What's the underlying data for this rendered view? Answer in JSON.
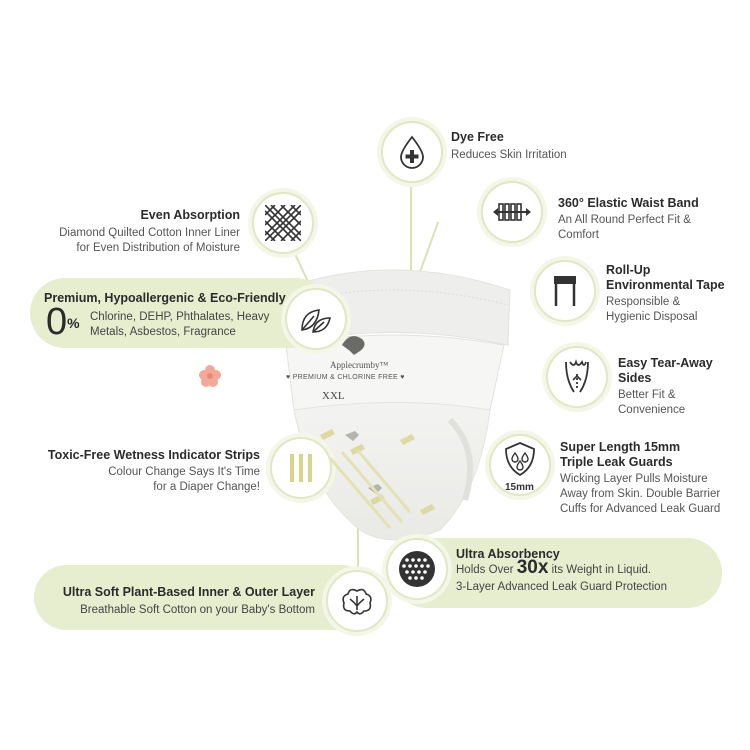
{
  "features": {
    "dye_free": {
      "title": "Dye Free",
      "desc": "Reduces Skin Irritation"
    },
    "waist_band": {
      "title": "360° Elastic Waist Band",
      "desc": [
        "An All Round Perfect Fit &",
        "Comfort"
      ]
    },
    "even_absorption": {
      "title": "Even Absorption",
      "desc": [
        "Diamond Quilted Cotton Inner Liner",
        "for Even Distribution of Moisture"
      ]
    },
    "tape": {
      "title": [
        "Roll-Up",
        "Environmental Tape"
      ],
      "desc": [
        "Responsible &",
        "Hygienic Disposal"
      ]
    },
    "premium": {
      "title": "Premium, Hypoallergenic & Eco-Friendly",
      "zero": "0",
      "percent": "%",
      "desc": [
        "Chlorine, DEHP, Phthalates, Heavy",
        "Metals, Asbestos, Fragrance"
      ]
    },
    "tear_away": {
      "title": [
        "Easy Tear-Away",
        "Sides"
      ],
      "desc": [
        "Better Fit &",
        "Convenience"
      ]
    },
    "wetness": {
      "title": "Toxic-Free Wetness Indicator Strips",
      "desc": [
        "Colour Change Says It's Time",
        "for a Diaper Change!"
      ]
    },
    "leak_guard": {
      "title": [
        "Super Length 15mm",
        "Triple Leak Guards"
      ],
      "badge": "15mm",
      "desc": [
        "Wicking Layer Pulls Moisture",
        "Away from Skin. Double Barrier",
        "Cuffs for Advanced Leak Guard"
      ]
    },
    "ultra_absorbency": {
      "title": "Ultra Absorbency",
      "desc_pre": "Holds Over ",
      "desc_big": "30x",
      "desc_post": " its Weight in Liquid.",
      "desc2": "3-Layer Advanced Leak Guard Protection"
    },
    "soft_layer": {
      "title": "Ultra Soft Plant-Based Inner & Outer Layer",
      "desc": "Breathable Soft Cotton on your Baby's Bottom"
    }
  },
  "diaper": {
    "brand": "Applecrumby™",
    "tagline": "♥ PREMIUM & CHLORINE FREE ♥",
    "size": "XXL"
  },
  "colors": {
    "accent_pill": "#e6eecf",
    "circle_border": "#dfe7c4",
    "strip": "#d8d48e"
  }
}
